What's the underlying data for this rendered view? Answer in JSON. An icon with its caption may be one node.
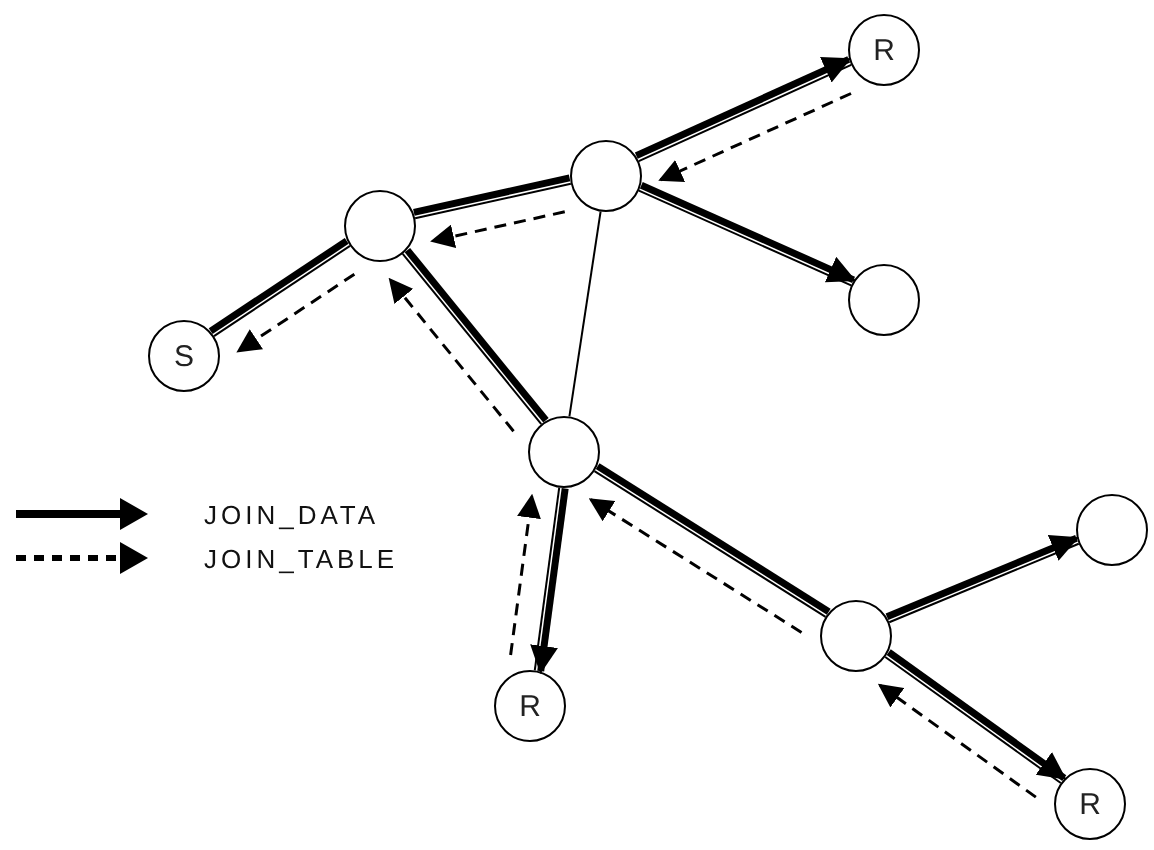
{
  "diagram": {
    "nodes": [
      {
        "text": [
          "S"
        ]
      },
      {
        "text": [],
        "shape": "circle"
      },
      {
        "text": [],
        "shape": "circle"
      },
      {
        "text": [
          "R"
        ]
      },
      {
        "text": [],
        "shape": "circle"
      },
      {
        "text": [],
        "shape": "circle"
      },
      {
        "text": [
          "R"
        ]
      },
      {
        "text": [],
        "shape": "circle"
      },
      {
        "text": [],
        "shape": "circle"
      },
      {
        "text": [
          "R"
        ]
      }
    ],
    "edges": [
      {
        "from": 0,
        "to": 1,
        "arrow": "none"
      },
      {
        "from": 1,
        "to": 2,
        "arrow": "none"
      },
      {
        "from": 2,
        "to": 3,
        "arrow": "none"
      },
      {
        "from": 2,
        "to": 4,
        "arrow": "none"
      },
      {
        "from": 2,
        "to": 5,
        "arrow": "none"
      },
      {
        "from": 1,
        "to": 5,
        "arrow": "none"
      },
      {
        "from": 5,
        "to": 6,
        "arrow": "none"
      },
      {
        "from": 5,
        "to": 7,
        "arrow": "none"
      },
      {
        "from": 7,
        "to": 8,
        "arrow": "none"
      },
      {
        "from": 7,
        "to": 9,
        "arrow": "none"
      },
      {
        "from": 0,
        "to": 1,
        "arrow": "none",
        "style": "thick"
      },
      {
        "from": 1,
        "to": 2,
        "arrow": "none",
        "style": "thick"
      },
      {
        "from": 2,
        "to": 3,
        "arrow": "to",
        "style": "thick"
      },
      {
        "from": 2,
        "to": 4,
        "arrow": "to",
        "style": "thick"
      },
      {
        "from": 1,
        "to": 5,
        "arrow": "none",
        "style": "thick"
      },
      {
        "from": 5,
        "to": 6,
        "arrow": "to",
        "style": "thick"
      },
      {
        "from": 5,
        "to": 7,
        "arrow": "none",
        "style": "thick"
      },
      {
        "from": 7,
        "to": 8,
        "arrow": "to",
        "style": "thick"
      },
      {
        "from": 7,
        "to": 9,
        "arrow": "to",
        "style": "thick"
      },
      {
        "from": 3,
        "to": 2,
        "arrow": "to",
        "style": "dashed"
      },
      {
        "from": 2,
        "to": 1,
        "arrow": "to",
        "style": "dashed"
      },
      {
        "from": 1,
        "to": 0,
        "arrow": "to",
        "style": "dashed"
      },
      {
        "from": 5,
        "to": 1,
        "arrow": "to",
        "style": "dashed"
      },
      {
        "from": 6,
        "to": 5,
        "arrow": "to",
        "style": "dashed"
      },
      {
        "from": 7,
        "to": 5,
        "arrow": "to",
        "style": "dashed"
      },
      {
        "from": 9,
        "to": 7,
        "arrow": "to",
        "style": "dashed"
      }
    ],
    "legend": [
      {
        "text": "JOIN_DATA"
      },
      {
        "text": "JOIN_TABLE"
      }
    ]
  }
}
